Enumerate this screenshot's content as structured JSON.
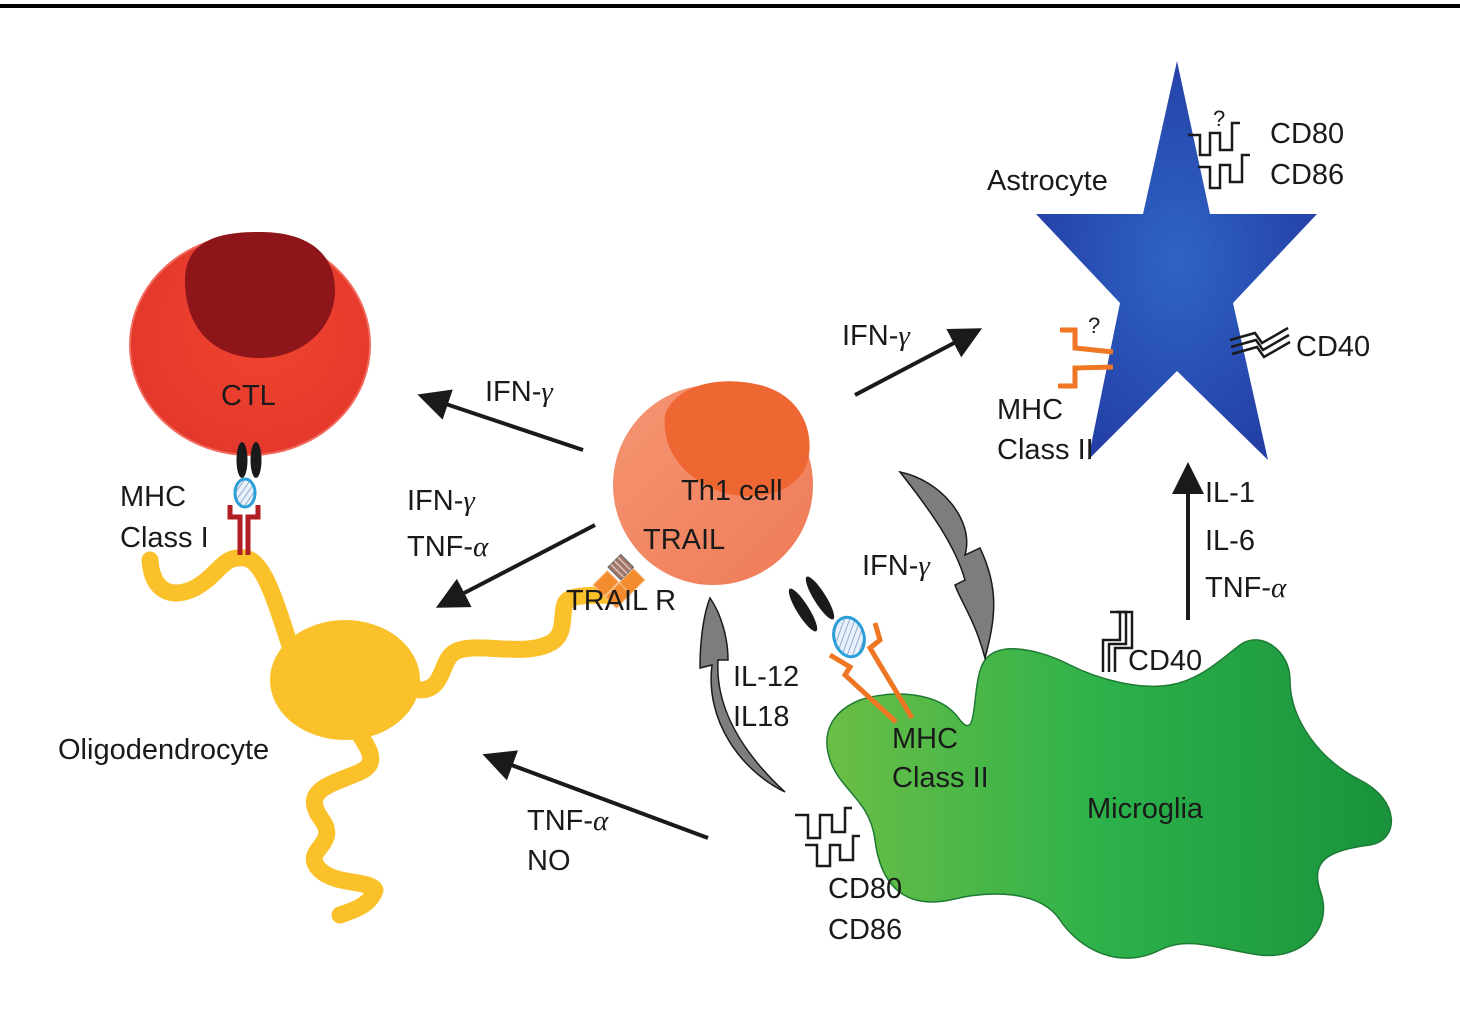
{
  "figure": {
    "cells": {
      "ctl": {
        "label": "CTL",
        "body_color": "#e8382a",
        "nucleus_color": "#8e1519"
      },
      "th1": {
        "label": "Th1 cell",
        "body_color": "#f28360",
        "nucleus_color": "#ee6733"
      },
      "astrocyte": {
        "label": "Astrocyte",
        "color": "#2a4fb3"
      },
      "microglia": {
        "label": "Microglia",
        "color": "#2fa83f"
      },
      "oligodendrocyte": {
        "label": "Oligodendrocyte",
        "color": "#fbc12a"
      }
    },
    "molecules": {
      "ctl_mhc": {
        "line1": "MHC",
        "line2": "Class I"
      },
      "trail": "TRAIL",
      "trail_r": "TRAIL R",
      "astro_mhc": {
        "line1": "MHC",
        "line2": "Class II",
        "uncertain": "?"
      },
      "astro_cd80": "CD80",
      "astro_cd86": "CD86",
      "astro_cd_uncertain": "?",
      "astro_cd40": "CD40",
      "micro_mhc": {
        "line1": "MHC",
        "line2": "Class II"
      },
      "micro_cd40": "CD40",
      "micro_cd80": "CD80",
      "micro_cd86": "CD86"
    },
    "arrows": {
      "th1_to_ctl": {
        "prefix": "IFN-",
        "greek": "γ"
      },
      "th1_to_astro": {
        "prefix": "IFN-",
        "greek": "γ"
      },
      "th1_to_oligo": {
        "line1_prefix": "IFN-",
        "line1_greek": "γ",
        "line2_prefix": "TNF-",
        "line2_greek": "α"
      },
      "micro_to_oligo": {
        "line1_prefix": "TNF-",
        "line1_greek": "α",
        "line2": "NO"
      },
      "th1_to_micro": {
        "prefix": "IFN-",
        "greek": "γ"
      },
      "micro_to_th1": {
        "line1": "IL-12",
        "line2": "IL18"
      },
      "micro_to_astro": {
        "line1": "IL-1",
        "line2": "IL-6",
        "line3_prefix": "TNF-",
        "line3_greek": "α"
      }
    }
  }
}
